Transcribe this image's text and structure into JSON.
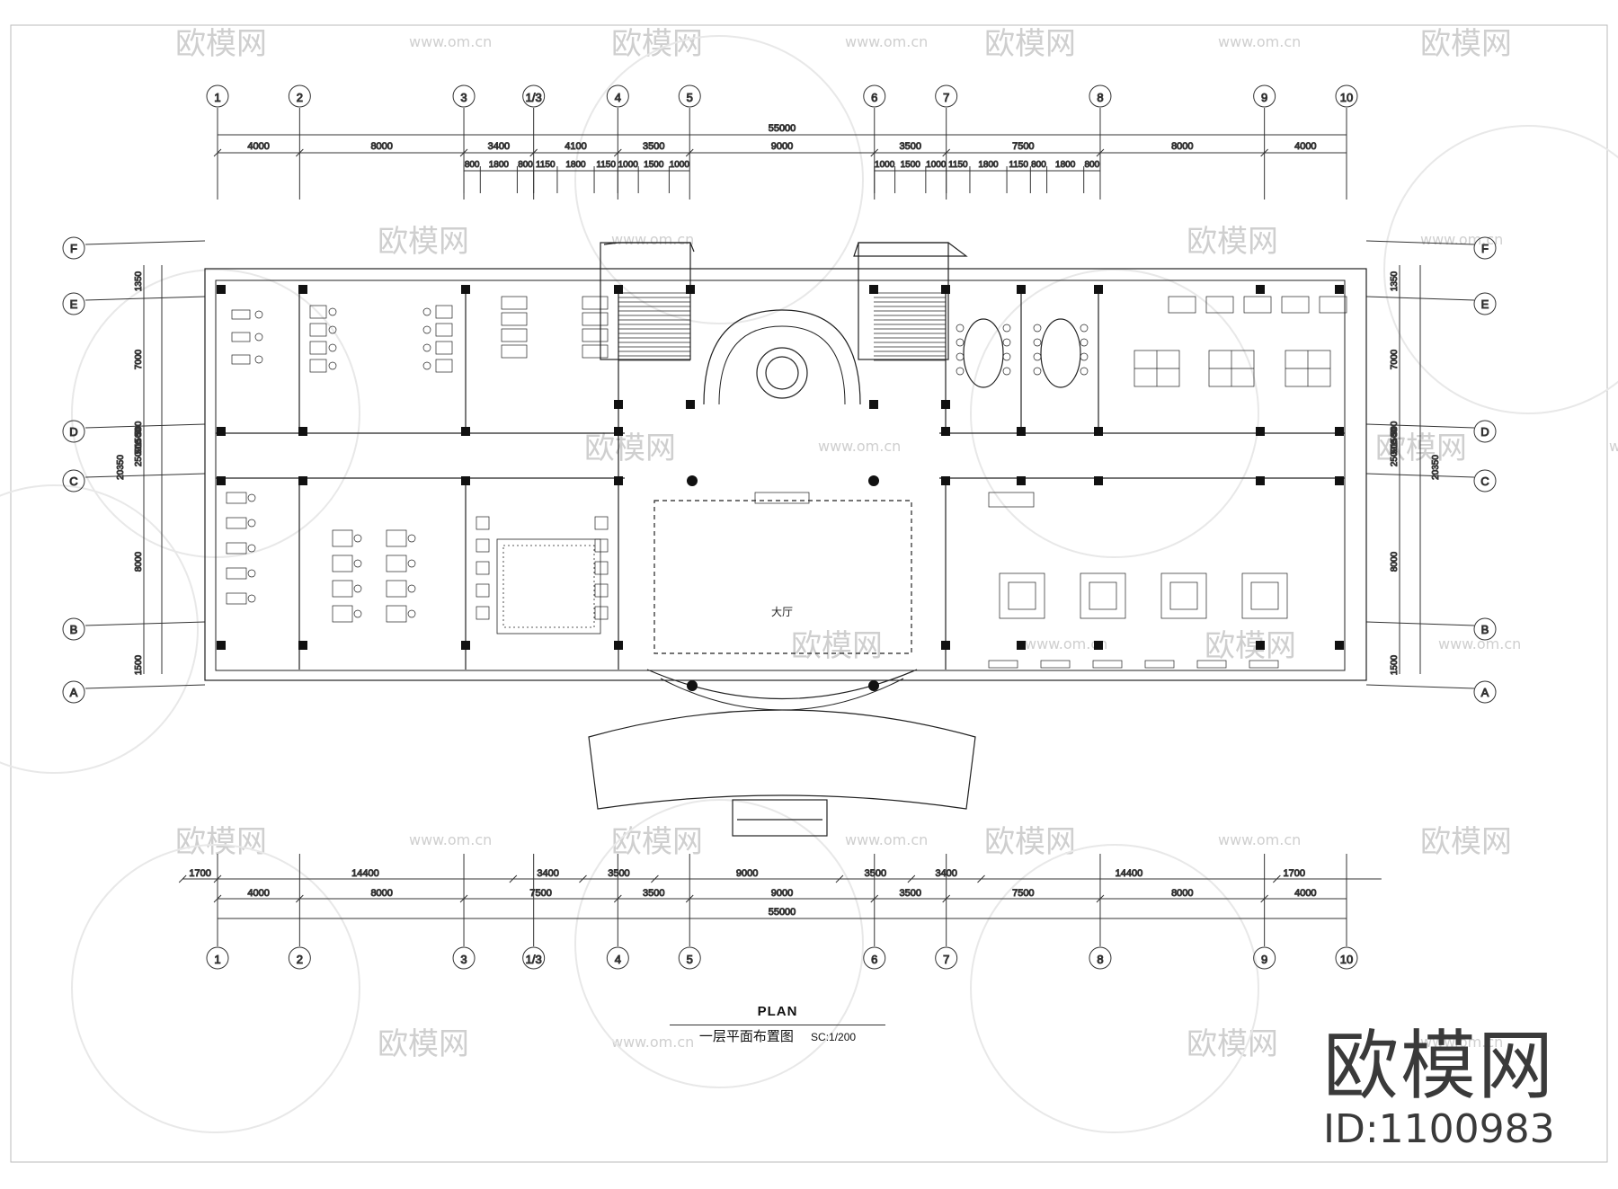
{
  "axes_columns": [
    "1",
    "2",
    "3",
    "1/3",
    "4",
    "5",
    "6",
    "7",
    "8",
    "9",
    "10"
  ],
  "axes_rows": [
    "F",
    "E",
    "D",
    "C",
    "B",
    "A"
  ],
  "top_dims_total": "55000",
  "top_dims_main": [
    "4000",
    "8000",
    "3400",
    "4100",
    "3500",
    "9000",
    "3500",
    "7500",
    "8000",
    "4000"
  ],
  "top_dims_sub_left": [
    "800",
    "1800",
    "800",
    "1150",
    "1800",
    "1150",
    "1000",
    "1500",
    "1000"
  ],
  "top_dims_sub_right": [
    "1000",
    "1500",
    "1000",
    "1150",
    "1800",
    "1150",
    "800",
    "1800",
    "800"
  ],
  "bottom_dims_row1": [
    "1700",
    "14400",
    "3400",
    "3500",
    "9000",
    "3500",
    "3400",
    "14400",
    "1700"
  ],
  "bottom_dims_row2": [
    "4000",
    "8000",
    "7500",
    "3500",
    "9000",
    "3500",
    "7500",
    "8000",
    "4000"
  ],
  "bottom_dims_total": "55000",
  "side_dims": [
    "1350",
    "7000",
    "500",
    "1500",
    "500",
    "2500",
    "8000",
    "1500"
  ],
  "side_total": "20350",
  "room_label": "大厅",
  "title": {
    "plan": "PLAN",
    "name": "一层平面布置图",
    "scale": "SC:1/200"
  },
  "brand": {
    "name": "欧模网",
    "id": "ID:1100983"
  },
  "watermark": {
    "logo": "欧模网",
    "url": "www.om.cn"
  }
}
